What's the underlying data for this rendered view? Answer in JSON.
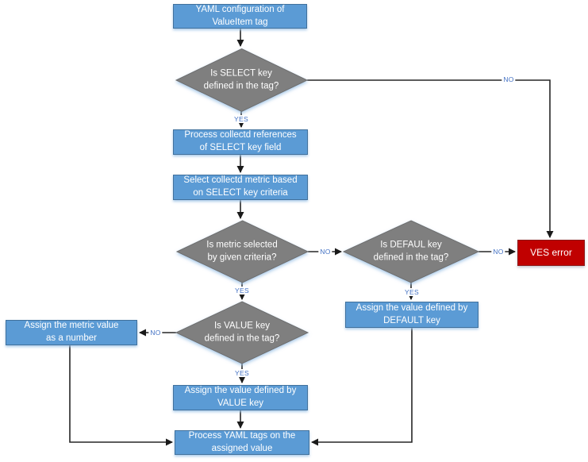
{
  "nodes": {
    "start": {
      "label": "YAML configuration of\nValueItem tag",
      "type": "process"
    },
    "decision_select": {
      "label": "Is SELECT key\ndefined in the tag?",
      "type": "decision"
    },
    "process_refs": {
      "label": "Process collectd references\nof SELECT key field",
      "type": "process"
    },
    "select_metric": {
      "label": "Select collectd metric based\non SELECT key criteria",
      "type": "process"
    },
    "decision_metric": {
      "label": "Is metric selected\nby given criteria?",
      "type": "decision"
    },
    "decision_default": {
      "label": "Is DEFAUL key\ndefined in the tag?",
      "type": "decision"
    },
    "ves_error": {
      "label": "VES error",
      "type": "error"
    },
    "assign_default": {
      "label": "Assign the value defined by\nDEFAULT key",
      "type": "process"
    },
    "decision_value": {
      "label": "Is VALUE key\ndefined in the tag?",
      "type": "decision"
    },
    "assign_metric": {
      "label": "Assign the metric value\nas a number",
      "type": "process"
    },
    "assign_value": {
      "label": "Assign the value defined by\nVALUE key",
      "type": "process"
    },
    "process_yaml": {
      "label": "Process YAML tags on the\nassigned value",
      "type": "process"
    }
  },
  "edges": {
    "yes": "YES",
    "no": "NO"
  },
  "colors": {
    "process_fill": "#5B9BD5",
    "process_border": "#41719C",
    "decision_fill": "#7F7F7F",
    "error_fill": "#C00000",
    "error_border": "#8B1A1A",
    "connector": "#262626",
    "edge_label_text": "#4472C4",
    "node_text": "#FFFFFF"
  }
}
